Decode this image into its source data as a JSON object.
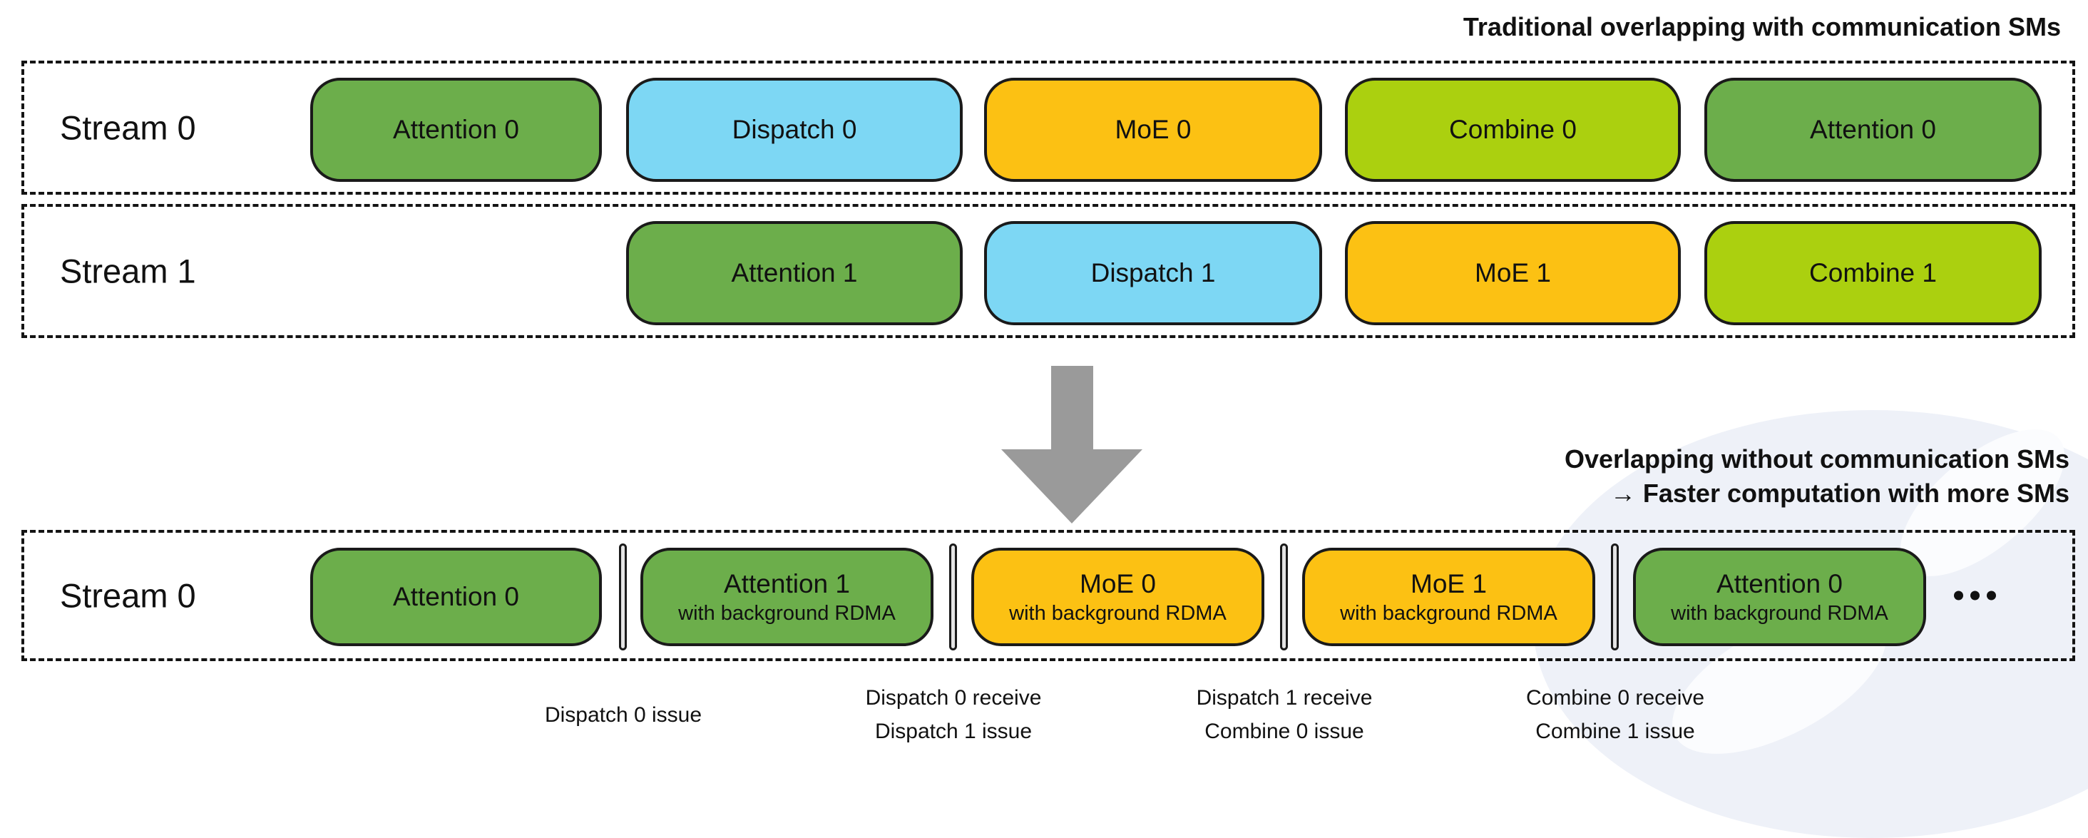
{
  "header": {
    "traditional_title": "Traditional overlapping with communication SMs",
    "overlap_title_line1": "Overlapping without communication SMs",
    "overlap_title_line2": "→ Faster computation with more SMs"
  },
  "colors": {
    "attention": "#6CAE4B",
    "dispatch": "#7DD7F4",
    "moe": "#FCC113",
    "combine": "#ABD00F",
    "separator_fill": "#E4E4E4",
    "arrow": "#9A9A9A",
    "box_border": "#1A1A1A",
    "watermark": "#EEF1F8"
  },
  "traditional": {
    "rows": [
      {
        "label": "Stream 0",
        "blocks": [
          {
            "label": "Attention 0",
            "type": "attention"
          },
          {
            "label": "Dispatch 0",
            "type": "dispatch"
          },
          {
            "label": "MoE 0",
            "type": "moe"
          },
          {
            "label": "Combine 0",
            "type": "combine"
          },
          {
            "label": "Attention 0",
            "type": "attention"
          }
        ]
      },
      {
        "label": "Stream 1",
        "blocks": [
          {
            "label": "Attention 1",
            "type": "attention"
          },
          {
            "label": "Dispatch 1",
            "type": "dispatch"
          },
          {
            "label": "MoE 1",
            "type": "moe"
          },
          {
            "label": "Combine 1",
            "type": "combine"
          }
        ]
      }
    ]
  },
  "overlapped": {
    "label": "Stream 0",
    "blocks": [
      {
        "title": "Attention 0",
        "subtitle": ""
      },
      {
        "title": "Attention 1",
        "subtitle": "with background RDMA"
      },
      {
        "title": "MoE 0",
        "subtitle": "with background RDMA"
      },
      {
        "title": "MoE 1",
        "subtitle": "with background RDMA"
      },
      {
        "title": "Attention 0",
        "subtitle": "with background RDMA"
      }
    ],
    "ellipsis_icon": "ellipsis-dots",
    "annotations": [
      {
        "line1": "Dispatch 0 issue",
        "line2": ""
      },
      {
        "line1": "Dispatch 0 receive",
        "line2": "Dispatch 1 issue"
      },
      {
        "line1": "Dispatch 1 receive",
        "line2": "Combine 0 issue"
      },
      {
        "line1": "Combine 0 receive",
        "line2": "Combine 1 issue"
      }
    ]
  }
}
